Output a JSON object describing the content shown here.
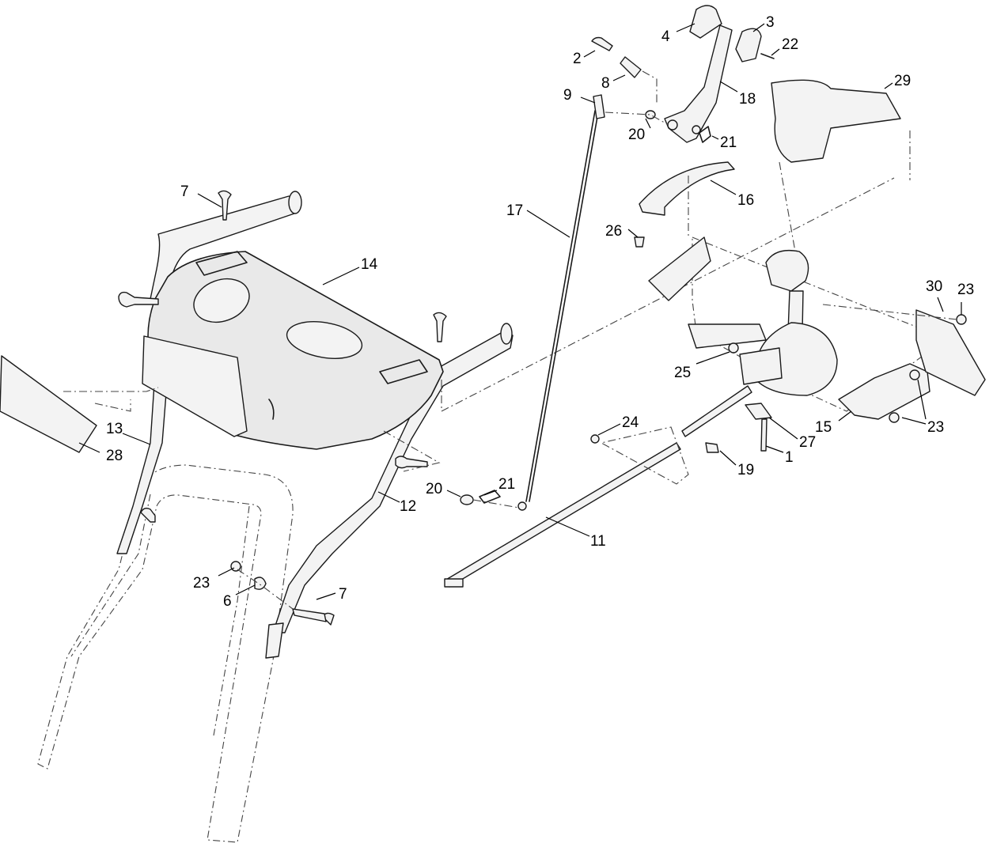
{
  "callouts": {
    "c1": "1",
    "c2": "2",
    "c3": "3",
    "c4": "4",
    "c6": "6",
    "c7a": "7",
    "c7b": "7",
    "c8": "8",
    "c9": "9",
    "c11": "11",
    "c12": "12",
    "c13": "13",
    "c14": "14",
    "c15": "15",
    "c16": "16",
    "c17": "17",
    "c18": "18",
    "c19": "19",
    "c20a": "20",
    "c20b": "20",
    "c21a": "21",
    "c21b": "21",
    "c22": "22",
    "c23a": "23",
    "c23b": "23",
    "c23c": "23",
    "c24": "24",
    "c25": "25",
    "c26": "26",
    "c27": "27",
    "c28": "28",
    "c29": "29",
    "c30": "30"
  }
}
